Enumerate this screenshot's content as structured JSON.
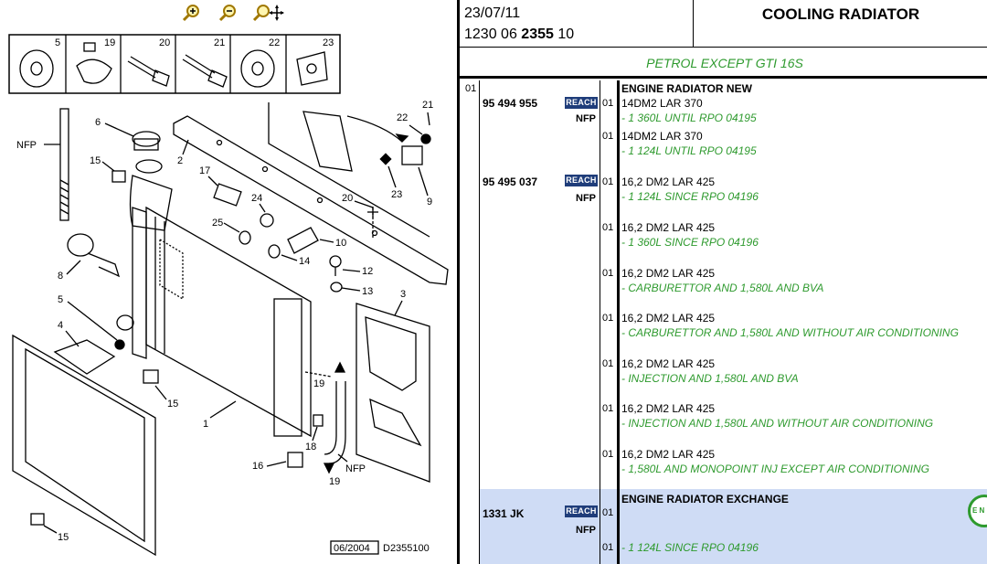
{
  "header": {
    "date": "23/07/11",
    "ref_prefix": "1230 06",
    "ref_bold": "2355",
    "ref_suffix": "10",
    "title": "COOLING RADIATOR"
  },
  "subtitle": "PETROL EXCEPT GTI 16S",
  "toolbar": {
    "zoom_in_icon": "zoom-in-icon",
    "zoom_out_icon": "zoom-out-icon",
    "zoom_pan_icon": "zoom-pan-icon"
  },
  "diagram": {
    "thumbnails": [
      "5",
      "19",
      "20",
      "21",
      "22",
      "23"
    ],
    "callouts": [
      "6",
      "15",
      "2",
      "17",
      "24",
      "25",
      "8",
      "5",
      "4",
      "1",
      "15",
      "16",
      "18",
      "19",
      "NFP",
      "14",
      "10",
      "12",
      "13",
      "3",
      "20",
      "22",
      "21",
      "23",
      "9",
      "NFP",
      "15"
    ],
    "date_stamp": "06/2004",
    "drawing_ref": "D2355100"
  },
  "table": {
    "seq": "01",
    "reach_label": "REACH",
    "nfp_label": "NFP",
    "groups": [
      {
        "part_number": "95 494 955",
        "title": "ENGINE RADIATOR NEW",
        "lines": [
          {
            "qty": "01",
            "desc": "14DM2 LAR 370",
            "note": "- 1 360L UNTIL RPO 04195"
          },
          {
            "qty": "01",
            "desc": "14DM2 LAR 370",
            "note": "- 1 124L UNTIL RPO 04195"
          }
        ]
      },
      {
        "part_number": "95 495 037",
        "title": "",
        "lines": [
          {
            "qty": "01",
            "desc": "16,2 DM2 LAR 425",
            "note": "- 1 124L SINCE RPO 04196"
          },
          {
            "qty": "01",
            "desc": "16,2 DM2 LAR 425",
            "note": "- 1 360L SINCE RPO 04196"
          },
          {
            "qty": "01",
            "desc": "16,2 DM2 LAR 425",
            "note": "- CARBURETTOR AND 1,580L AND BVA"
          },
          {
            "qty": "01",
            "desc": "16,2 DM2 LAR 425",
            "note": "- CARBURETTOR AND 1,580L AND WITHOUT AIR CONDITIONING"
          },
          {
            "qty": "01",
            "desc": "16,2 DM2 LAR 425",
            "note": "- INJECTION AND 1,580L AND BVA"
          },
          {
            "qty": "01",
            "desc": "16,2 DM2 LAR 425",
            "note": "- INJECTION AND 1,580L AND WITHOUT AIR CONDITIONING"
          },
          {
            "qty": "01",
            "desc": "16,2 DM2 LAR 425",
            "note": "- 1,580L AND MONOPOINT INJ EXCEPT AIR CONDITIONING"
          }
        ]
      },
      {
        "part_number": "1331 JK",
        "title": "ENGINE RADIATOR EXCHANGE",
        "lines": [
          {
            "qty": "01",
            "desc": "",
            "note": ""
          },
          {
            "qty": "01",
            "desc": "",
            "note": "- 1 124L SINCE RPO 04196"
          }
        ]
      }
    ],
    "badge_text": "E N"
  },
  "colors": {
    "note_green": "#2e9a2e",
    "reach_blue": "#1f3d7a",
    "exchange_row_bg": "#cfdcf5"
  }
}
